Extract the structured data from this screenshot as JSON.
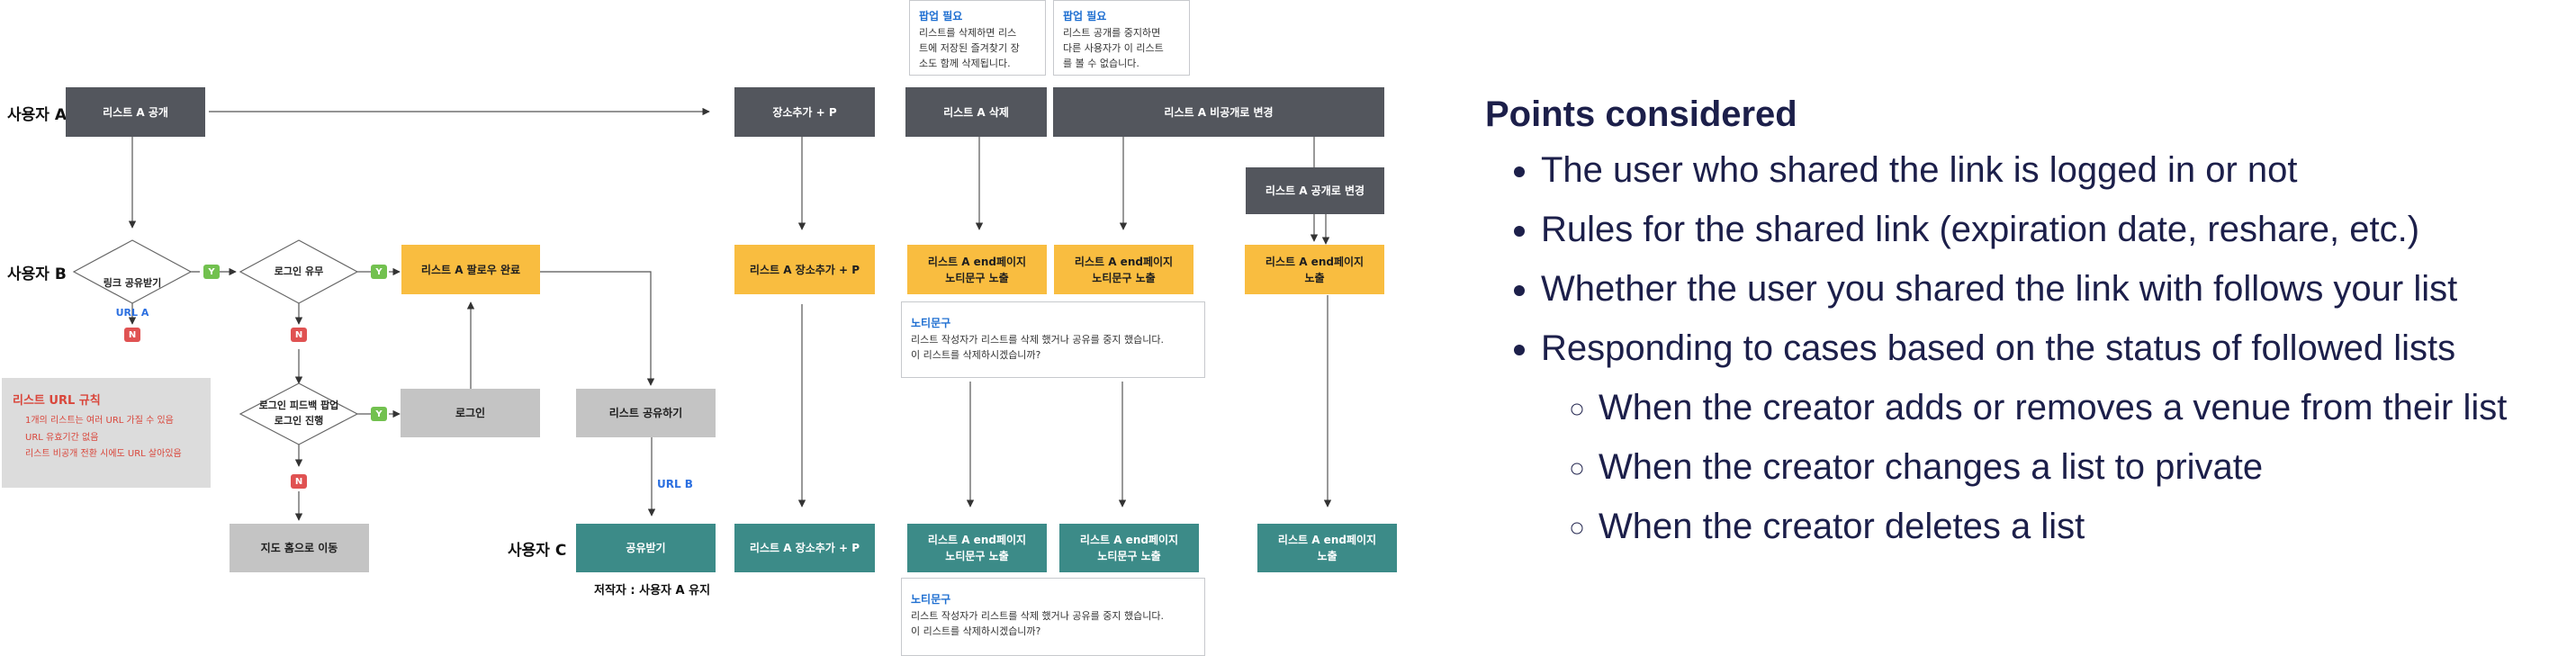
{
  "users": {
    "a": "사용자 A",
    "b": "사용자 B",
    "c": "사용자 C"
  },
  "boxes": {
    "list_public": "리스트 A 공개",
    "add_place_top": "장소추가 + P",
    "delete_top": "리스트 A 삭제",
    "private_top": "리스트 A 비공개로 변경",
    "public_again": "리스트 A 공개로 변경",
    "follow_done": "리스트 A 팔로우 완료",
    "add_place_b": "리스트 A 장소추가 + P",
    "endpage_notice_b1": "리스트 A end페이지\n노티문구 노출",
    "endpage_notice_b2": "리스트 A end페이지\n노티문구 노출",
    "endpage_b3": "리스트 A end페이지\n노출",
    "login": "로그인",
    "share_list": "리스트 공유하기",
    "go_map_home": "지도 홈으로 이동",
    "receive_share": "공유받기",
    "add_place_c": "리스트 A 장소추가 + P",
    "endpage_notice_c1": "리스트 A end페이지\n노티문구 노출",
    "endpage_notice_c2": "리스트 A end페이지\n노티문구 노출",
    "endpage_c3": "리스트 A end페이지\n노출"
  },
  "diamonds": {
    "receive_link": "링크 공유받기",
    "receive_link_sub": "URL A",
    "login_check": "로그인 유무",
    "login_popup": "로그인 피드백 팝업\n로그인 진행"
  },
  "badges": {
    "yes": "Y",
    "no": "N"
  },
  "labels": {
    "url_b": "URL B",
    "copyright": "저작자 : 사용자 A 유지"
  },
  "popups": [
    {
      "title": "팝업 필요",
      "body": "리스트를 삭제하면 리스\n트에 저장된 즐겨찾기 장\n소도 함께 삭제됩니다."
    },
    {
      "title": "팝업 필요",
      "body": "리스트 공개를 중지하면\n다른 사용자가 이 리스트\n를 볼 수 없습니다."
    }
  ],
  "notices": [
    {
      "title": "노티문구",
      "body": "리스트 작성자가 리스트를 삭제 했거나 공유를 중지 했습니다.\n이 리스트를 삭제하시겠습니까?"
    },
    {
      "title": "노티문구",
      "body": "리스트 작성자가 리스트를 삭제 했거나 공유를 중지 했습니다.\n이 리스트를 삭제하시겠습니까?"
    }
  ],
  "url_rules": {
    "title": "리스트 URL 규칙",
    "items": [
      "1개의 리스트는 여러 URL 가질 수 있음",
      "URL 유효기간 없음",
      "리스트 비공개 전환 시에도 URL 살아있음"
    ]
  },
  "points": {
    "title": "Points considered",
    "items": [
      "The user who shared the link is logged in or not",
      "Rules for the shared link (expiration date, reshare, etc.)",
      "Whether the user you shared the link with follows your list",
      "Responding to cases based on the status of followed lists"
    ],
    "subitems": [
      "When the creator adds or removes a venue from their list",
      "When the creator changes a list to private",
      "When the creator deletes a list"
    ]
  },
  "colors": {
    "dark": "#53565d",
    "yellow": "#f9bd40",
    "teal": "#3c8b88",
    "gray": "#c4c4c4",
    "text_navy": "#1c1f4a",
    "accent_blue": "#1f6fd1",
    "rule_red": "#d9463b"
  }
}
